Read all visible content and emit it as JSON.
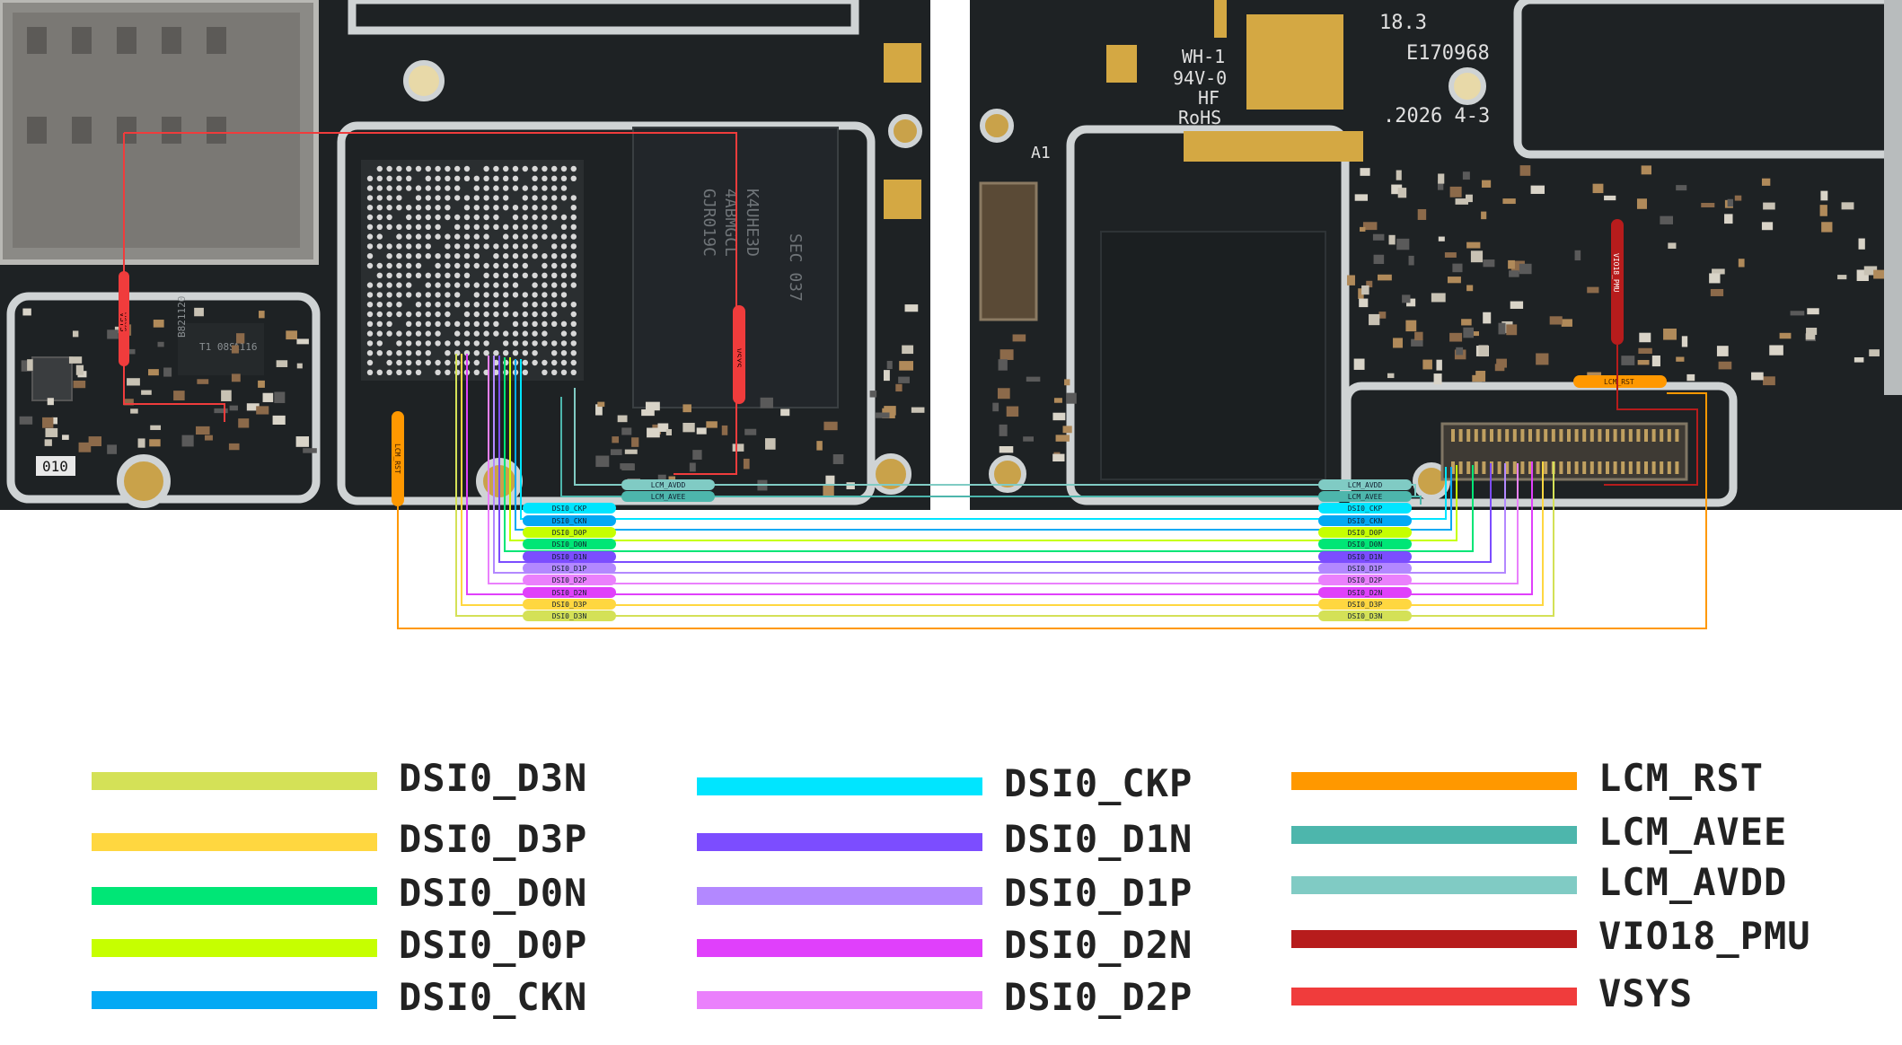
{
  "board": {
    "left_chip_marking": [
      "SEC 037",
      "K4UHE3D",
      "4ABMGCL",
      "GJR019C"
    ],
    "left_label": "010",
    "left_ic_marking": [
      "B821120",
      "T1 08S",
      "A116"
    ],
    "right_marking": [
      "18.3",
      "E170968",
      "WH-1",
      "94V-0",
      "HF",
      "RoHS",
      ".2026 4-3",
      "A1"
    ],
    "rail_labels": {
      "vsys_left": "VSYS",
      "vsys_mid": "VSYS",
      "vio18": "VIO18_PMU",
      "lcm_rst_left": "LCM_RST",
      "lcm_rst_right": "LCM_RST"
    }
  },
  "nets": [
    {
      "id": "lcm_avdd",
      "label": "LCM_AVDD",
      "color": "#80CBC4"
    },
    {
      "id": "lcm_avee",
      "label": "LCM_AVEE",
      "color": "#4DB6AC"
    },
    {
      "id": "ckp",
      "label": "DSI0_CKP",
      "color": "#00E5FF"
    },
    {
      "id": "ckn",
      "label": "DSI0_CKN",
      "color": "#03A9F4"
    },
    {
      "id": "d0p",
      "label": "DSI0_D0P",
      "color": "#C6FF00"
    },
    {
      "id": "d0n",
      "label": "DSI0_D0N",
      "color": "#00E676"
    },
    {
      "id": "d1n",
      "label": "DSI0_D1N",
      "color": "#7C4DFF"
    },
    {
      "id": "d1p",
      "label": "DSI0_D1P",
      "color": "#B388FF"
    },
    {
      "id": "d2p",
      "label": "DSI0_D2P",
      "color": "#EA80FC"
    },
    {
      "id": "d2n",
      "label": "DSI0_D2N",
      "color": "#E040FB"
    },
    {
      "id": "d3p",
      "label": "DSI0_D3P",
      "color": "#FFD740"
    },
    {
      "id": "d3n",
      "label": "DSI0_D3N",
      "color": "#D4E157"
    }
  ],
  "legend": [
    {
      "label": "DSI0_D3N",
      "color": "#D4E157"
    },
    {
      "label": "DSI0_D3P",
      "color": "#FFD740"
    },
    {
      "label": "DSI0_D0N",
      "color": "#00E676"
    },
    {
      "label": "DSI0_D0P",
      "color": "#C6FF00"
    },
    {
      "label": "DSI0_CKN",
      "color": "#03A9F4"
    },
    {
      "label": "DSI0_CKP",
      "color": "#00E5FF"
    },
    {
      "label": "DSI0_D1N",
      "color": "#7C4DFF"
    },
    {
      "label": "DSI0_D1P",
      "color": "#B388FF"
    },
    {
      "label": "DSI0_D2N",
      "color": "#E040FB"
    },
    {
      "label": "DSI0_D2P",
      "color": "#EA80FC"
    },
    {
      "label": "LCM_RST",
      "color": "#FF9800"
    },
    {
      "label": "LCM_AVEE",
      "color": "#4DB6AC"
    },
    {
      "label": "LCM_AVDD",
      "color": "#80CBC4"
    },
    {
      "label": "VIO18_PMU",
      "color": "#B71C1C"
    },
    {
      "label": "VSYS",
      "color": "#F03C3C"
    }
  ]
}
